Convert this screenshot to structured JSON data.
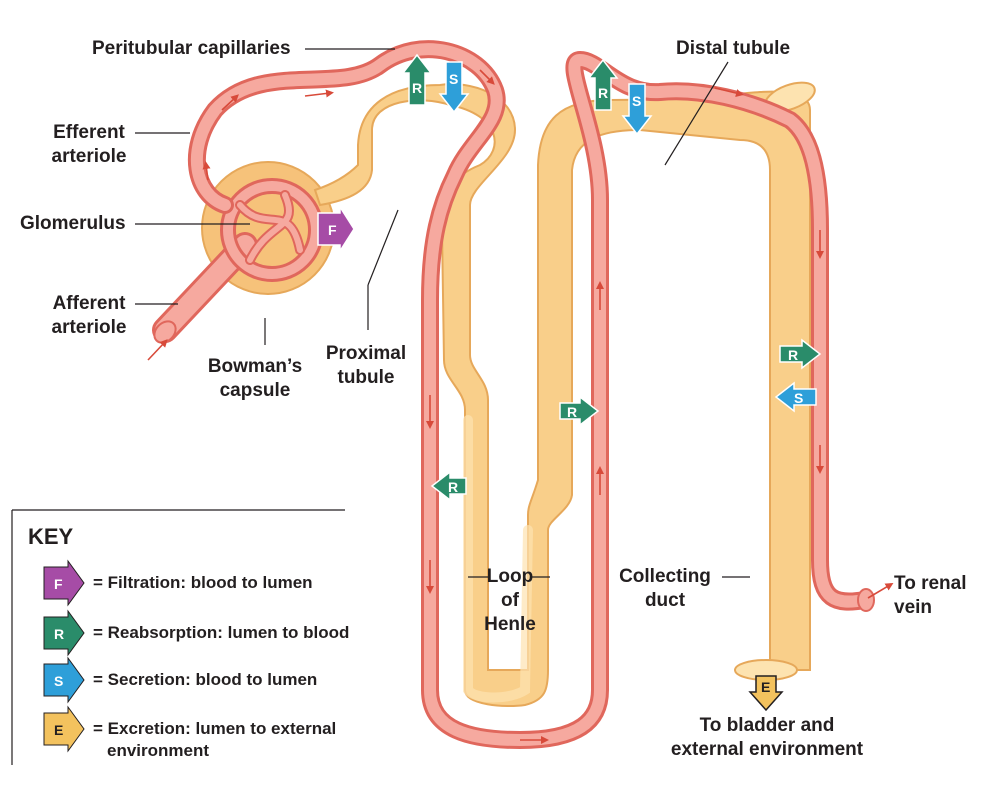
{
  "labels": {
    "peritubular_capillaries": "Peritubular capillaries",
    "distal_tubule": "Distal tubule",
    "efferent_arteriole_1": "Efferent",
    "efferent_arteriole_2": "arteriole",
    "glomerulus": "Glomerulus",
    "afferent_arteriole_1": "Afferent",
    "afferent_arteriole_2": "arteriole",
    "bowmans_capsule_1": "Bowman’s",
    "bowmans_capsule_2": "capsule",
    "proximal_tubule_1": "Proximal",
    "proximal_tubule_2": "tubule",
    "loop_of_henle_1": "Loop",
    "loop_of_henle_2": "of",
    "loop_of_henle_3": "Henle",
    "collecting_duct_1": "Collecting",
    "collecting_duct_2": "duct",
    "to_renal_vein_1": "To renal",
    "to_renal_vein_2": "vein",
    "to_bladder_1": "To bladder and",
    "to_bladder_2": "external environment"
  },
  "process_letters": {
    "filtration": "F",
    "reabsorption": "R",
    "secretion": "S",
    "excretion": "E"
  },
  "key": {
    "title": "KEY",
    "filtration": "= Filtration: blood to lumen",
    "reabsorption": "= Reabsorption: lumen to blood",
    "secretion": "= Secretion: blood to lumen",
    "excretion_1": "= Excretion: lumen to external",
    "excretion_2": "environment"
  },
  "colors": {
    "tubule_fill": "#f9cf8a",
    "tubule_light": "#fde3b0",
    "vessel_fill": "#f2948a",
    "vessel_edge": "#e0675c",
    "filtration": "#a64ca6",
    "reabsorption": "#2a8c6a",
    "secretion": "#2e9fd9",
    "excretion": "#f3c25e"
  }
}
